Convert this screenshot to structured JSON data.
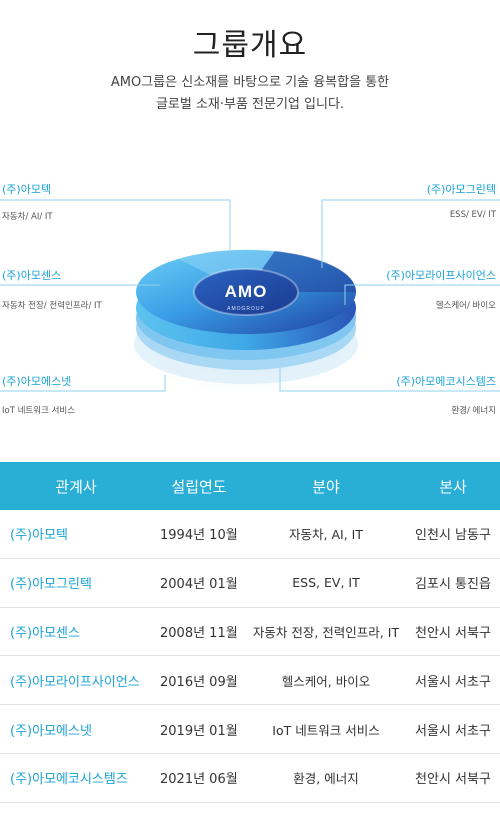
{
  "page": {
    "title": "그룹개요",
    "intro_line1": "AMO그룹은 신소재를 바탕으로 기술 융복합을 통한",
    "intro_line2": "글로벌 소재·부품 전문기업 입니다."
  },
  "logo": {
    "main": "AMO",
    "sub": "AMOGROUP"
  },
  "diagram": {
    "left": [
      {
        "name": "(주)아모텍",
        "desc": "자동차/ AI/ IT"
      },
      {
        "name": "(주)아모센스",
        "desc": "자동차 전장/ 전력인프라/ IT"
      },
      {
        "name": "(주)아모에스넷",
        "desc": "IoT 네트워크 서비스"
      }
    ],
    "right": [
      {
        "name": "(주)아모그린텍",
        "desc": "ESS/ EV/ IT"
      },
      {
        "name": "(주)아모라이프사이언스",
        "desc": "헬스케어/ 바이오"
      },
      {
        "name": "(주)아모에코시스템즈",
        "desc": "환경/ 에너지"
      }
    ]
  },
  "table": {
    "headers": [
      "관계사",
      "설립연도",
      "분야",
      "본사"
    ],
    "rows": [
      [
        "(주)아모텍",
        "1994년 10월",
        "자동차, AI, IT",
        "인천시 남동구"
      ],
      [
        "(주)아모그린텍",
        "2004년 01월",
        "ESS, EV, IT",
        "김포시 통진읍"
      ],
      [
        "(주)아모센스",
        "2008년 11월",
        "자동차 전장, 전력인프라, IT",
        "천안시 서북구"
      ],
      [
        "(주)아모라이프사이언스",
        "2016년 09월",
        "헬스케어, 바이오",
        "서울시 서초구"
      ],
      [
        "(주)아모에스넷",
        "2019년 01월",
        "IoT 네트워크 서비스",
        "서울시 서초구"
      ],
      [
        "(주)아모에코시스템즈",
        "2021년 06월",
        "환경, 에너지",
        "천안시 서북구"
      ]
    ]
  },
  "colors": {
    "accent": "#1aa3d6",
    "header_bg": "#29afd6",
    "disc_dark": "#1e3f9e",
    "disc_light": "#3ab0ee"
  }
}
